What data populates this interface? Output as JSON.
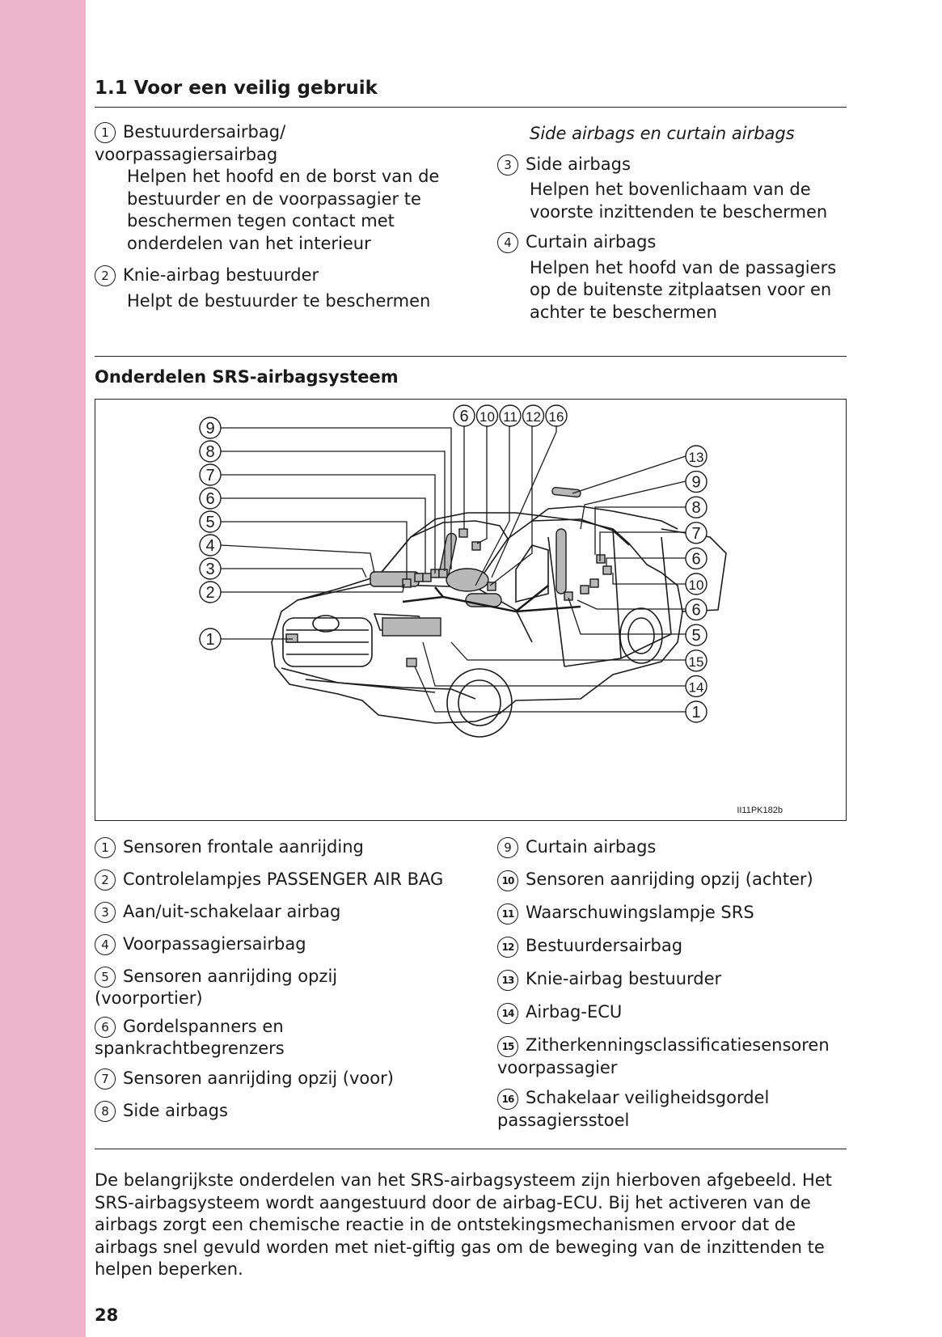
{
  "header": {
    "section_title": "1.1  Voor een veilig gebruik"
  },
  "top_left": [
    {
      "num": "1",
      "title": "Bestuurdersairbag/ voorpassagiersairbag",
      "desc": "Helpen het hoofd en de borst van de bestuurder en de voorpassagier te beschermen tegen contact met onderdelen van het interieur"
    },
    {
      "num": "2",
      "title": "Knie-airbag bestuurder",
      "desc": "Helpt de bestuurder te beschermen"
    }
  ],
  "top_right": {
    "subtitle": "Side airbags en curtain airbags",
    "items": [
      {
        "num": "3",
        "title": "Side airbags",
        "desc": "Helpen het bovenlichaam van de voorste inzittenden te beschermen"
      },
      {
        "num": "4",
        "title": "Curtain airbags",
        "desc": "Helpen het hoofd van de passagiers op de buitenste zitplaatsen voor en achter te beschermen"
      }
    ]
  },
  "components_heading": "Onderdelen SRS-airbagsysteem",
  "figure": {
    "code": "II11PK182b",
    "callouts_top": [
      "6",
      "10",
      "11",
      "12",
      "16"
    ],
    "callouts_left": [
      "9",
      "8",
      "7",
      "6",
      "5",
      "4",
      "3",
      "2",
      "1"
    ],
    "callouts_right": [
      "13",
      "9",
      "8",
      "7",
      "6",
      "10",
      "6",
      "5",
      "15",
      "14",
      "1"
    ]
  },
  "legend_left": [
    {
      "num": "1",
      "text": "Sensoren frontale aanrijding"
    },
    {
      "num": "2",
      "text": "Controlelampjes PASSENGER AIR BAG"
    },
    {
      "num": "3",
      "text": "Aan/uit-schakelaar airbag"
    },
    {
      "num": "4",
      "text": "Voorpassagiersairbag"
    },
    {
      "num": "5",
      "text": "Sensoren aanrijding opzij (voorportier)"
    },
    {
      "num": "6",
      "text": "Gordelspanners en spankrachtbegrenzers"
    },
    {
      "num": "7",
      "text": "Sensoren aanrijding opzij (voor)"
    },
    {
      "num": "8",
      "text": "Side airbags"
    }
  ],
  "legend_right": [
    {
      "num": "9",
      "text": "Curtain airbags"
    },
    {
      "num": "10",
      "text": "Sensoren aanrijding opzij (achter)"
    },
    {
      "num": "11",
      "text": "Waarschuwingslampje SRS"
    },
    {
      "num": "12",
      "text": "Bestuurdersairbag"
    },
    {
      "num": "13",
      "text": "Knie-airbag bestuurder"
    },
    {
      "num": "14",
      "text": "Airbag-ECU"
    },
    {
      "num": "15",
      "text": "Zitherkenningsclassificatiesensoren voorpassagier"
    },
    {
      "num": "16",
      "text": "Schakelaar veiligheidsgordel passagiersstoel"
    }
  ],
  "description": "De belangrijkste onderdelen van het SRS-airbagsysteem zijn hierboven afgebeeld. Het SRS-airbagsysteem wordt aangestuurd door de airbag-ECU. Bij het activeren van de airbags zorgt een chemische reactie in de ontstekingsmechanismen ervoor dat de airbags snel gevuld worden met niet-giftig gas om de beweging van de inzittenden te helpen beperken.",
  "page_number": "28"
}
